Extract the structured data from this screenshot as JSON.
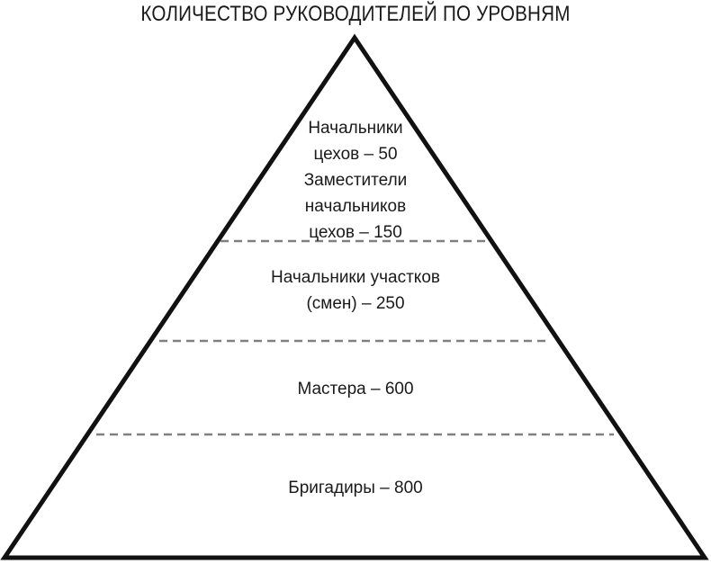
{
  "title": "КОЛИЧЕСТВО РУКОВОДИТЕЛЕЙ ПО УРОВНЯМ",
  "colors": {
    "outline": "#111111",
    "divider": "#808080",
    "text": "#1a1a1a",
    "background": "#ffffff"
  },
  "chart_data": {
    "type": "pie",
    "title": "КОЛИЧЕСТВО РУКОВОДИТЕЛЕЙ ПО УРОВНЯМ",
    "subtitle": "",
    "xlabel": "",
    "ylabel": "",
    "shape": "pyramid",
    "legend_position": "none",
    "grid": false,
    "categories": [
      "Начальники цехов",
      "Заместители начальников цехов",
      "Начальники участков (смен)",
      "Мастера",
      "Бригадиры"
    ],
    "values": [
      50,
      150,
      250,
      600,
      800
    ],
    "levels": [
      {
        "index": 0,
        "label": "Начальники\nцехов – 50\nЗаместители\nначальников\nцехов – 150",
        "entries": [
          {
            "name": "Начальники цехов",
            "value": 50
          },
          {
            "name": "Заместители начальников цехов",
            "value": 150
          }
        ]
      },
      {
        "index": 1,
        "label": "Начальники участков\n(смен) – 250",
        "entries": [
          {
            "name": "Начальники участков (смен)",
            "value": 250
          }
        ]
      },
      {
        "index": 2,
        "label": "Мастера – 600",
        "entries": [
          {
            "name": "Мастера",
            "value": 600
          }
        ]
      },
      {
        "index": 3,
        "label": "Бригадиры – 800",
        "entries": [
          {
            "name": "Бригадиры",
            "value": 800
          }
        ]
      }
    ]
  }
}
